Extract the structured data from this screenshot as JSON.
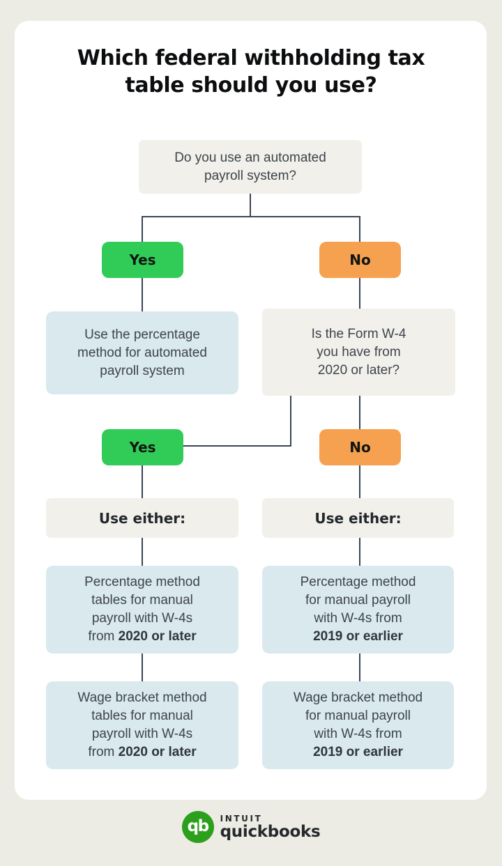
{
  "title": {
    "line1": "Which federal withholding tax",
    "line2": "table should you use?"
  },
  "colors": {
    "background": "#EDECE4",
    "card": "#FFFFFF",
    "gray_box": "#F1F0EA",
    "blue_box": "#D9E9EE",
    "yes_green": "#31CC58",
    "no_orange": "#F6A14F",
    "connector": "#3A4454",
    "quickbooks_green": "#2CA01C"
  },
  "flow": {
    "question1": {
      "lines": [
        "Do you use an automated",
        "payroll system?"
      ]
    },
    "branch1": {
      "yes_label": "Yes",
      "no_label": "No"
    },
    "auto_result": {
      "lines": [
        "Use the percentage",
        "method for automated",
        "payroll system"
      ]
    },
    "question2": {
      "lines": [
        "Is the Form W-4",
        "you have from",
        "2020 or later?"
      ]
    },
    "branch2": {
      "yes_label": "Yes",
      "no_label": "No"
    },
    "use_either_left": "Use either:",
    "use_either_right": "Use either:",
    "results": {
      "left_percentage": {
        "lines": [
          "Percentage method",
          "tables for manual",
          "payroll with W-4s"
        ],
        "last_pre": "from ",
        "last_bold": "2020 or later"
      },
      "right_percentage": {
        "lines": [
          "Percentage method",
          "for manual payroll",
          "with W-4s from"
        ],
        "last_pre": "",
        "last_bold": "2019 or earlier"
      },
      "left_wage": {
        "lines": [
          "Wage bracket method",
          "tables for manual",
          "payroll with W-4s"
        ],
        "last_pre": "from ",
        "last_bold": "2020 or later"
      },
      "right_wage": {
        "lines": [
          "Wage bracket method",
          "for manual payroll",
          "with W-4s from"
        ],
        "last_pre": "",
        "last_bold": "2019 or earlier"
      }
    }
  },
  "footer": {
    "logo_monogram": "qb",
    "brand_name_top": "INTUIT",
    "brand_name_bottom": "quickbooks"
  }
}
